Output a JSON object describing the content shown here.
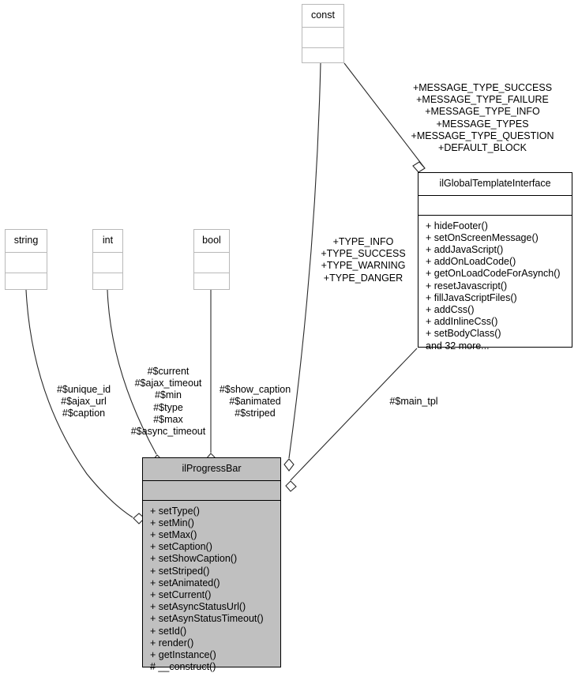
{
  "diagram": {
    "title": "ilProgressBar class collaboration diagram",
    "type": "uml-class-diagram",
    "background": "#ffffff",
    "fill_color": "#c0c0c0",
    "line_color": "#000000"
  },
  "classes": {
    "const_box": {
      "name": "const",
      "attributes": [],
      "operations": [],
      "style": "plain"
    },
    "string_box": {
      "name": "string",
      "attributes": [],
      "operations": [],
      "style": "plain"
    },
    "int_box": {
      "name": "int",
      "attributes": [],
      "operations": [],
      "style": "plain"
    },
    "bool_box": {
      "name": "bool",
      "attributes": [],
      "operations": [],
      "style": "plain"
    },
    "global_template_interface": {
      "name": "ilGlobalTemplateInterface",
      "attributes": [],
      "operations": [
        "+ hideFooter()",
        "+ setOnScreenMessage()",
        "+ addJavaScript()",
        "+ addOnLoadCode()",
        "+ getOnLoadCodeForAsynch()",
        "+ resetJavascript()",
        "+ fillJavaScriptFiles()",
        "+ addCss()",
        "+ addInlineCss()",
        "+ setBodyClass()",
        "and 32 more..."
      ],
      "style": "interface"
    },
    "progress_bar": {
      "name": "ilProgressBar",
      "attributes": [],
      "operations": [
        "+ setType()",
        "+ setMin()",
        "+ setMax()",
        "+ setCaption()",
        "+ setShowCaption()",
        "+ setStriped()",
        "+ setAnimated()",
        "+ setCurrent()",
        "+ setAsyncStatusUrl()",
        "+ setAsynStatusTimeout()",
        "+ setId()",
        "+ render()",
        "+ getInstance()",
        "# __construct()"
      ],
      "style": "filled"
    }
  },
  "edge_labels": {
    "const_to_interface": "+MESSAGE_TYPE_SUCCESS\n+MESSAGE_TYPE_FAILURE\n+MESSAGE_TYPE_INFO\n+MESSAGE_TYPES\n+MESSAGE_TYPE_QUESTION\n+DEFAULT_BLOCK",
    "const_to_interface_lines": [
      "+MESSAGE_TYPE_SUCCESS",
      "+MESSAGE_TYPE_FAILURE",
      "+MESSAGE_TYPE_INFO",
      "+MESSAGE_TYPES",
      "+MESSAGE_TYPE_QUESTION",
      "+DEFAULT_BLOCK"
    ],
    "const_to_progressbar_lines": [
      "+TYPE_INFO",
      "+TYPE_SUCCESS",
      "+TYPE_WARNING",
      "+TYPE_DANGER"
    ],
    "string_to_progressbar_lines": [
      "#$unique_id",
      "#$ajax_url",
      "#$caption"
    ],
    "int_to_progressbar_lines": [
      "#$current",
      "#$ajax_timeout",
      "#$min",
      "#$type",
      "#$max",
      "#$async_timeout"
    ],
    "bool_to_progressbar_lines": [
      "#$show_caption",
      "#$animated",
      "#$striped"
    ],
    "interface_to_progressbar": "#$main_tpl"
  }
}
